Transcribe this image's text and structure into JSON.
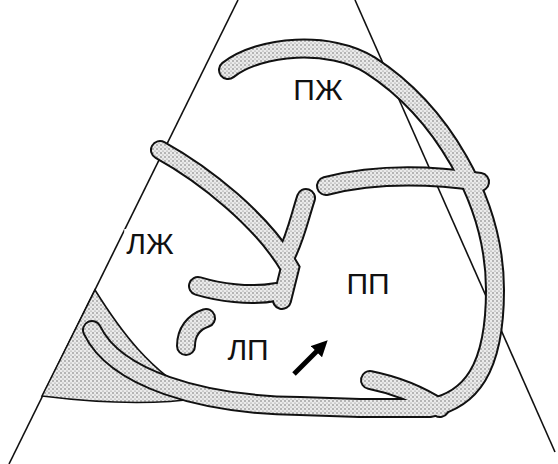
{
  "diagram": {
    "labels": [
      "ПЖ",
      "ЛЖ",
      "ЛП",
      "ПП"
    ]
  }
}
